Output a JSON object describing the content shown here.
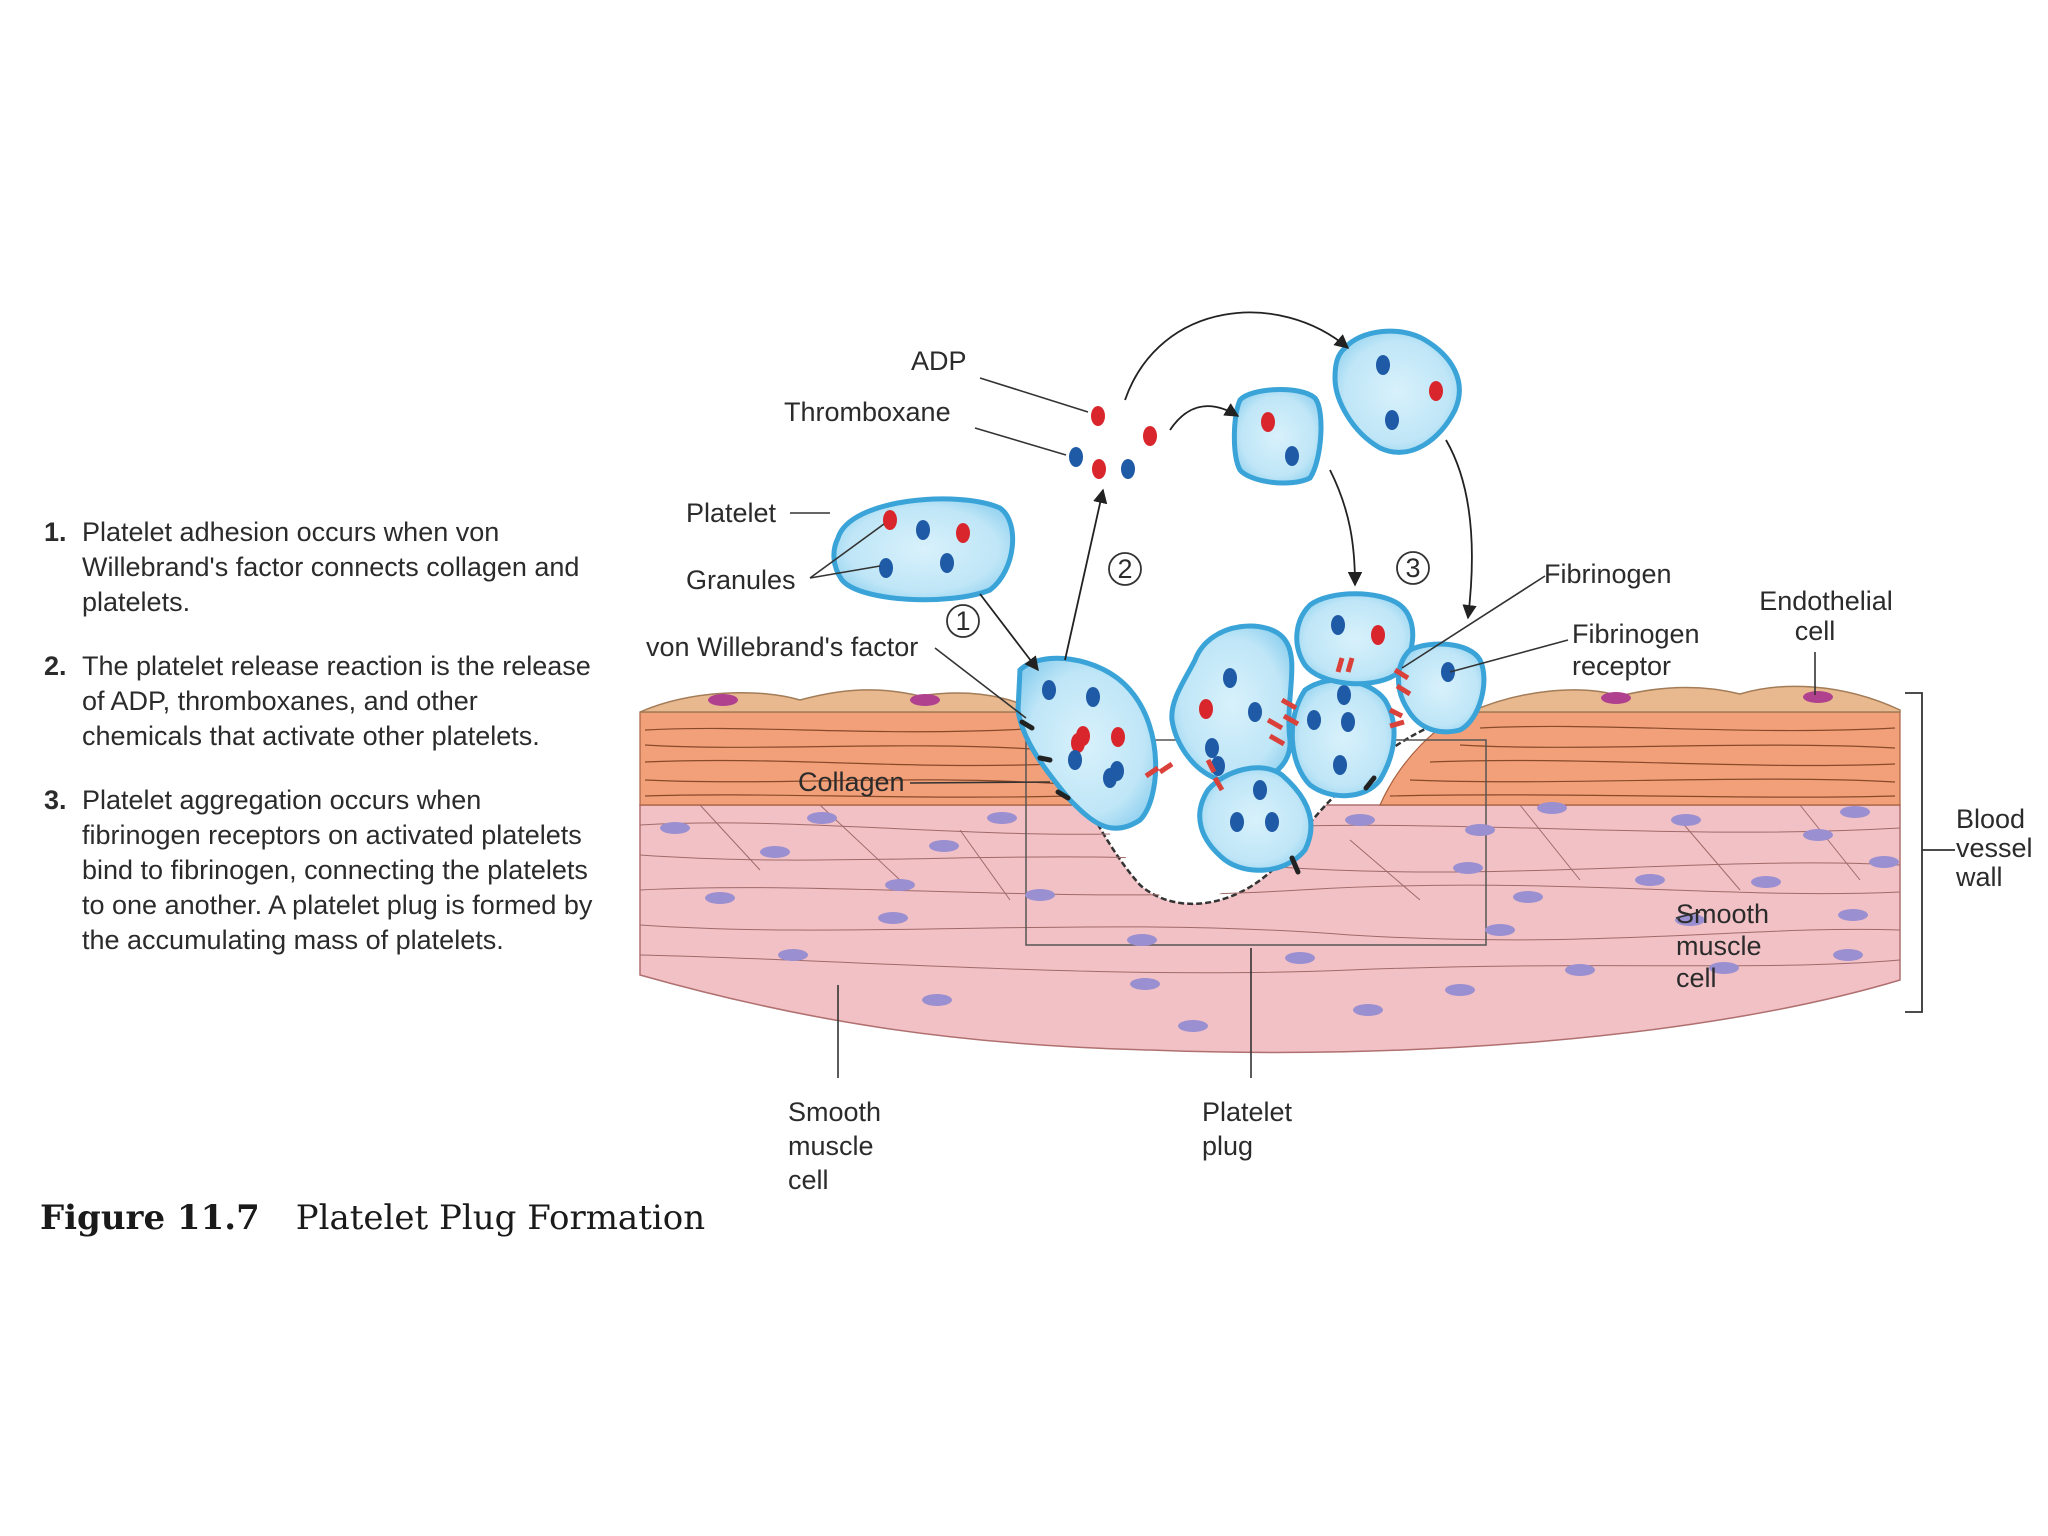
{
  "steps": [
    {
      "number": "1.",
      "text": "Platelet adhesion occurs when von Willebrand's factor connects collagen and platelets."
    },
    {
      "number": "2.",
      "text": "The platelet release reaction is the release of ADP, thromboxanes, and other chemicals that activate other platelets."
    },
    {
      "number": "3.",
      "text": "Platelet aggregation occurs when fibrinogen receptors on activated platelets bind to fibrinogen, connecting the platelets to one another. A platelet plug is formed by the accumulating mass of platelets."
    }
  ],
  "caption": {
    "figure_number": "Figure 11.7",
    "title": "Platelet Plug Formation"
  },
  "labels": {
    "adp": "ADP",
    "thromboxane": "Thromboxane",
    "platelet": "Platelet",
    "granules": "Granules",
    "vwf": "von Willebrand's factor",
    "collagen": "Collagen",
    "fibrinogen": "Fibrinogen",
    "fibrinogen_receptor_1": "Fibrinogen",
    "fibrinogen_receptor_2": "receptor",
    "endothelial_1": "Endothelial",
    "endothelial_2": "cell",
    "blood_vessel_1": "Blood",
    "blood_vessel_2": "vessel",
    "blood_vessel_3": "wall",
    "smooth_inner_1": "Smooth",
    "smooth_inner_2": "muscle",
    "smooth_inner_3": "cell",
    "smooth_bottom_1": "Smooth",
    "smooth_bottom_2": "muscle",
    "smooth_bottom_3": "cell",
    "plug_1": "Platelet",
    "plug_2": "plug"
  },
  "step_markers": [
    "1",
    "2",
    "3"
  ],
  "colors": {
    "platelet_fill": "#bfe6f7",
    "platelet_edge": "#3aa3d8",
    "granule_blue": "#1f5aa6",
    "granule_red": "#d9262c",
    "fibrinogen": "#d9413a",
    "endothelium": "#e8b98f",
    "endothelial_nucleus": "#b0418f",
    "collagen_layer": "#f1a07a",
    "smooth_muscle_layer": "#f2c1c5",
    "smooth_muscle_nucleus": "#9a8fd0"
  }
}
